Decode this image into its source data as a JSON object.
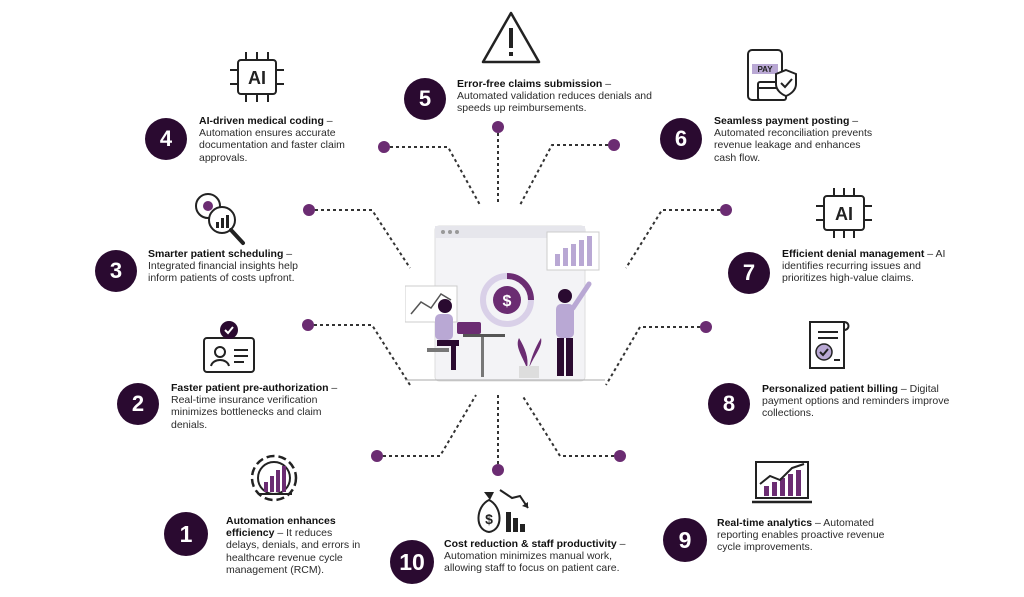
{
  "items": [
    {
      "n": "1",
      "title": "Automation enhances efficiency",
      "desc": " – It reduces delays, denials, and errors in healthcare revenue cycle management (RCM)."
    },
    {
      "n": "2",
      "title": "Faster patient pre-authorization",
      "desc": " – Real-time insurance verification minimizes bottlenecks and claim denials."
    },
    {
      "n": "3",
      "title": "Smarter patient scheduling",
      "desc": " – Integrated financial insights help inform patients of costs upfront."
    },
    {
      "n": "4",
      "title": "AI-driven medical coding",
      "desc": " – Automation ensures accurate documentation and faster claim approvals."
    },
    {
      "n": "5",
      "title": "Error-free claims submission",
      "desc": " – Automated validation reduces denials and speeds up reimbursements."
    },
    {
      "n": "6",
      "title": "Seamless payment posting",
      "desc": " – Automated reconciliation prevents revenue leakage and enhances cash flow."
    },
    {
      "n": "7",
      "title": "Efficient denial management",
      "desc": " – AI identifies recurring issues and prioritizes high-value claims."
    },
    {
      "n": "8",
      "title": "Personalized patient billing",
      "desc": " – Digital payment options and reminders improve collections."
    },
    {
      "n": "9",
      "title": "Real-time analytics",
      "desc": " – Automated reporting enables proactive revenue cycle improvements."
    },
    {
      "n": "10",
      "title": "Cost reduction & staff productivity",
      "desc": " – Automation minimizes manual work, allowing staff to focus on patient care."
    }
  ],
  "icons": {
    "ai_chip_4": "AI",
    "ai_chip_7": "AI",
    "pay_label": "PAY"
  },
  "colors": {
    "accent": "#6b2c72",
    "dark": "#2a0a30",
    "light": "#b9a8d4",
    "dot": "#6b2c72"
  }
}
